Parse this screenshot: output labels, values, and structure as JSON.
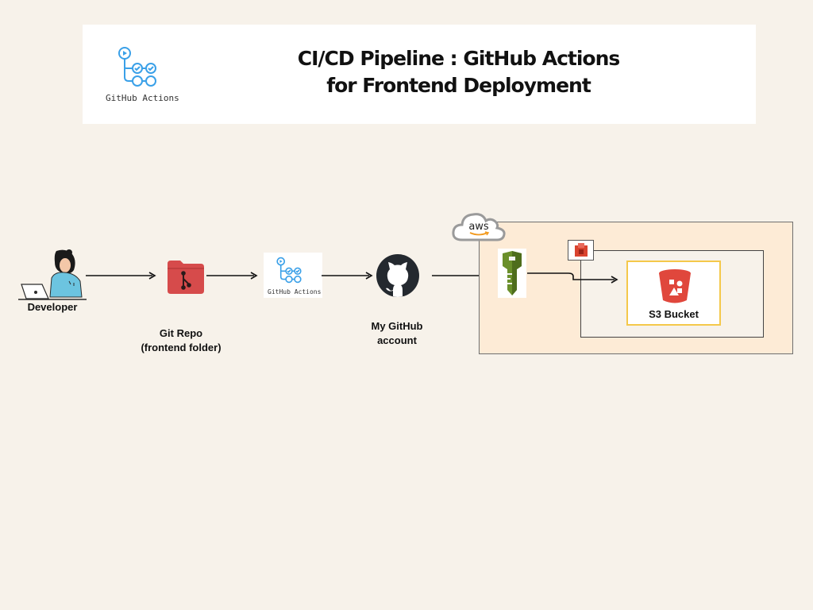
{
  "header": {
    "title_line1": "CI/CD Pipeline : GitHub Actions",
    "title_line2": "for Frontend Deployment",
    "logo_caption": "GitHub Actions"
  },
  "nodes": {
    "developer": {
      "label": "Developer",
      "icon": "developer-laptop-icon"
    },
    "git_repo": {
      "label_line1": "Git Repo",
      "label_line2": "(frontend folder)",
      "icon": "folder-git-icon"
    },
    "github_actions": {
      "caption": "GitHub Actions",
      "icon": "github-actions-icon"
    },
    "github_account": {
      "label_line1": "My GitHub",
      "label_line2": "account",
      "icon": "github-octocat-icon"
    },
    "aws": {
      "cloud_label": "aws",
      "key_icon": "aws-iam-key-icon",
      "badge_icon": "aws-service-badge-icon"
    },
    "s3": {
      "label": "S3 Bucket",
      "icon": "s3-bucket-icon"
    }
  },
  "colors": {
    "background": "#f7f2ea",
    "aws_panel": "#fdebd6",
    "folder_red": "#d64b4b",
    "s3_red": "#e0473c",
    "iam_green": "#6a8f2a",
    "gha_blue": "#3aa0e8",
    "s3_border": "#f4c84a"
  }
}
